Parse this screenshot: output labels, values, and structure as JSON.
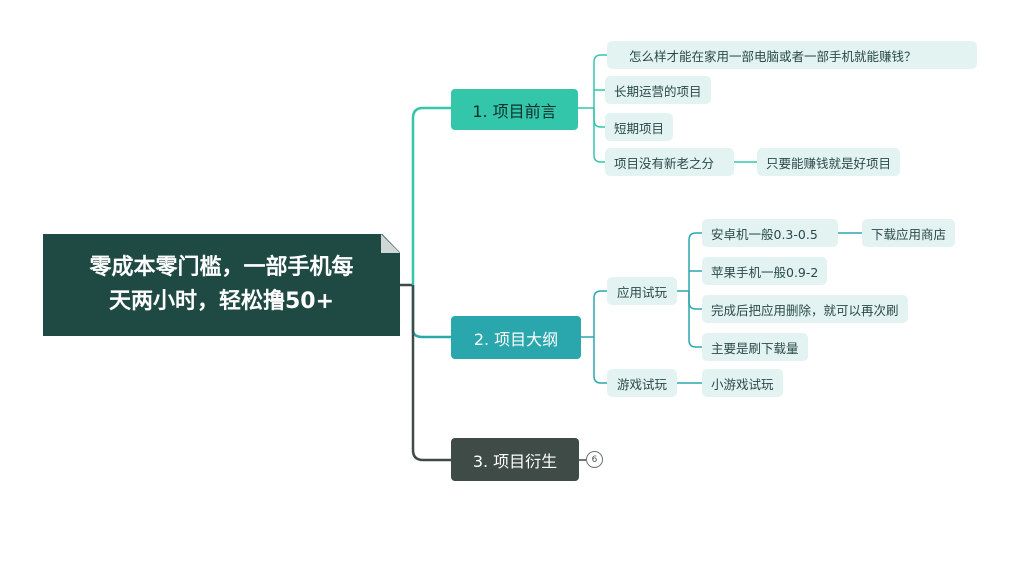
{
  "root": {
    "line1": "零成本零门槛，一部手机每",
    "line2": "天两小时，轻松撸50+"
  },
  "branches": [
    {
      "label": "1. 项目前言",
      "children": [
        "怎么样才能在家用一部电脑或者一部手机就能赚钱？",
        "长期运营的项目",
        "短期项目",
        "项目没有新老之分"
      ],
      "sub": "只要能赚钱就是好项目"
    },
    {
      "label": "2. 项目大纲",
      "groups": [
        {
          "label": "应用试玩",
          "items": [
            "安卓机一般0.3-0.5",
            "苹果手机一般0.9-2",
            "完成后把应用删除，就可以再次刷",
            "主要是刷下载量"
          ],
          "sub": "下载应用商店"
        },
        {
          "label": "游戏试玩",
          "items": [
            "小游戏试玩"
          ]
        }
      ]
    },
    {
      "label": "3. 项目衍生",
      "collapsed_count": "6"
    }
  ],
  "colors": {
    "root": "#1f4a44",
    "branch1": "#33c6ab",
    "branch2": "#2aa6ad",
    "branch3": "#3f4b47",
    "leaf_bg": "#e2f3f2"
  }
}
